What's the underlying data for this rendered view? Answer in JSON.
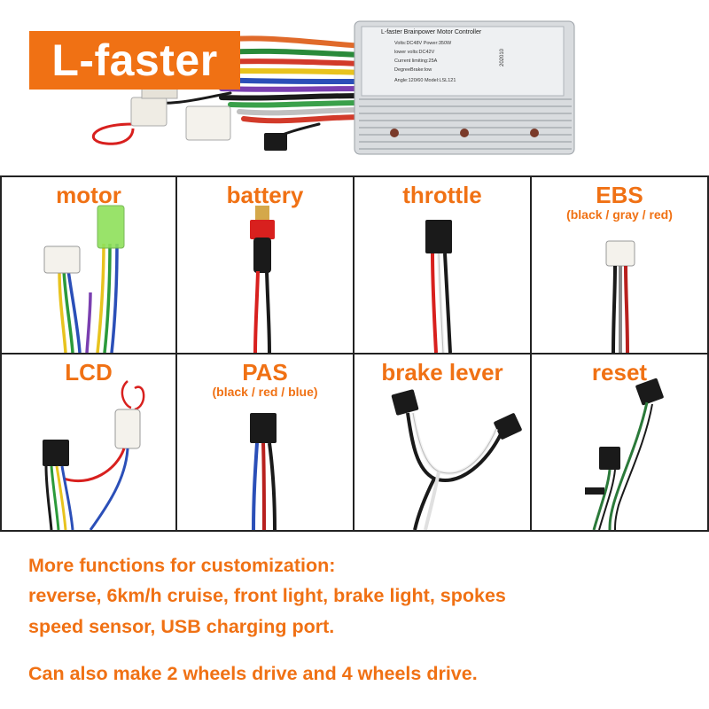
{
  "brand": {
    "name": "L-faster"
  },
  "controller_label": {
    "title": "L-faster  Brainpower Motor Controller",
    "lines": [
      "Volts:DC48V  Power:350W",
      "lower volts:DC42V",
      "Current limiting:25A",
      "DegreeBrake:low",
      "Angle:120/60  Model:LSL121"
    ],
    "serial": "202010"
  },
  "connectors": [
    {
      "label": "motor",
      "sub": ""
    },
    {
      "label": "battery",
      "sub": ""
    },
    {
      "label": "throttle",
      "sub": ""
    },
    {
      "label": "EBS",
      "sub": "(black / gray / red)"
    },
    {
      "label": "LCD",
      "sub": ""
    },
    {
      "label": "PAS",
      "sub": "(black / red / blue)"
    },
    {
      "label": "brake lever",
      "sub": ""
    },
    {
      "label": "reset",
      "sub": ""
    }
  ],
  "info": {
    "line1": "More functions for customization:",
    "line2": "reverse, 6km/h cruise, front light, brake light, spokes",
    "line3": "speed sensor, USB charging port.",
    "line4": "Can also make 2 wheels drive and 4 wheels drive."
  },
  "colors": {
    "accent": "#f07114",
    "border": "#222222"
  }
}
